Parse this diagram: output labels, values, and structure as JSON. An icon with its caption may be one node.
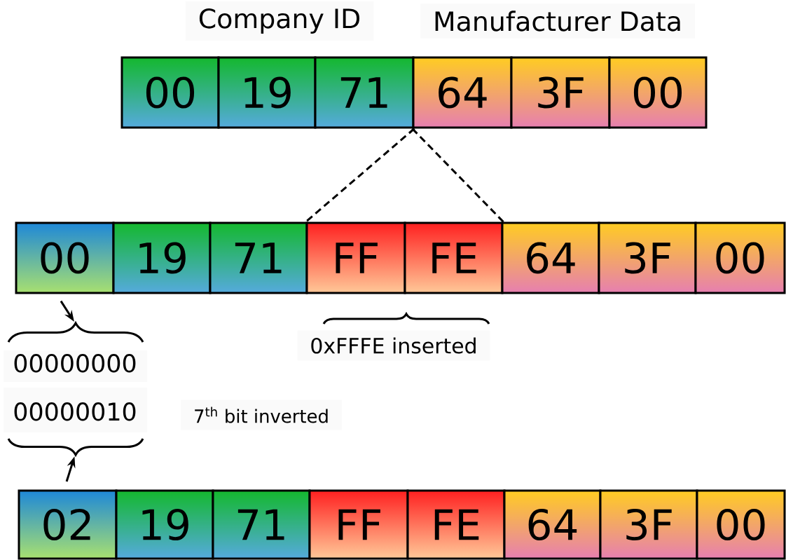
{
  "diagram": {
    "nodes": [
      {
        "text": [
          "00"
        ]
      },
      {
        "text": [
          "19"
        ]
      },
      {
        "text": [
          "71"
        ]
      },
      {
        "text": [
          "64"
        ]
      },
      {
        "text": [
          "3F"
        ]
      },
      {
        "text": [
          "00"
        ]
      },
      {
        "text": [
          "00"
        ]
      },
      {
        "text": [
          "19"
        ]
      },
      {
        "text": [
          "71"
        ]
      },
      {
        "text": [
          "FF"
        ]
      },
      {
        "text": [
          "FE"
        ]
      },
      {
        "text": [
          "64"
        ]
      },
      {
        "text": [
          "3F"
        ]
      },
      {
        "text": [
          "00"
        ]
      },
      {
        "text": [
          "02"
        ]
      },
      {
        "text": [
          "19"
        ]
      },
      {
        "text": [
          "71"
        ]
      },
      {
        "text": [
          "FF"
        ]
      },
      {
        "text": [
          "FE"
        ]
      },
      {
        "text": [
          "64"
        ]
      },
      {
        "text": [
          "3F"
        ]
      },
      {
        "text": [
          "00"
        ]
      },
      {
        "text": [
          "00000000"
        ]
      },
      {
        "text": [
          "00000010"
        ]
      }
    ],
    "edges": [
      {
        "from": 2,
        "to": 9,
        "arrow": "none",
        "style": "dashed"
      },
      {
        "from": 3,
        "to": 10,
        "arrow": "none",
        "style": "dashed"
      },
      {
        "from": 6,
        "to": 22,
        "arrow": "to"
      },
      {
        "from": 14,
        "to": 23,
        "arrow": "to"
      }
    ],
    "labels": [
      "Company ID",
      "Manufacturer Data",
      "0xFFFE inserted",
      "7$^{th}$ bit inverted"
    ]
  }
}
